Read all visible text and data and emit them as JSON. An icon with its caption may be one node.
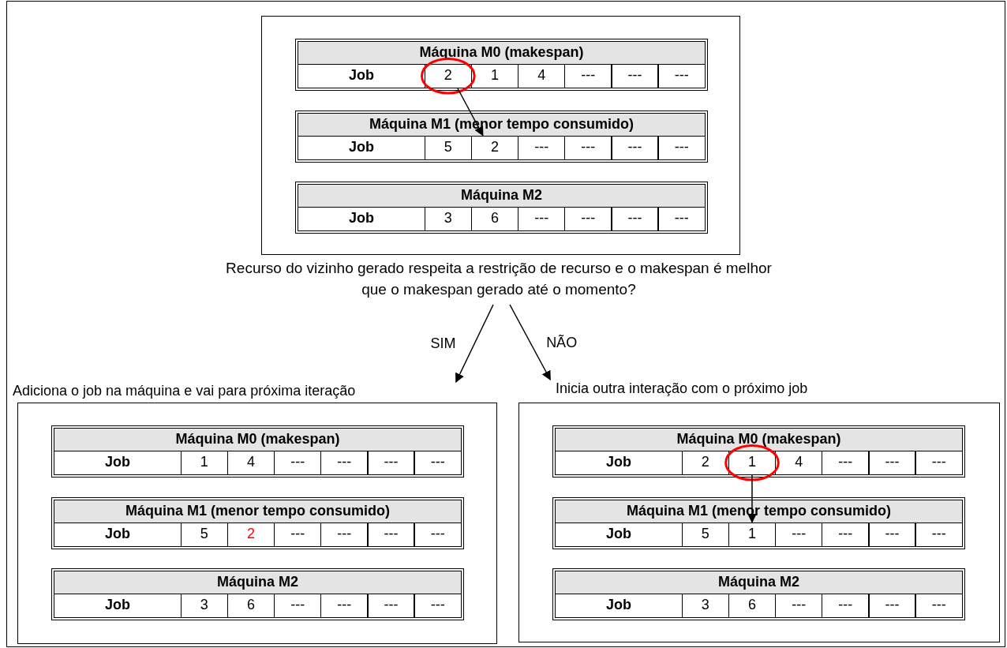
{
  "diagram": {
    "nodes": [
      {
        "text": [],
        "shape": "box"
      },
      {
        "text": [
          "Máquina M0 (makespan)"
        ],
        "in": 0
      },
      {
        "text": [
          "Job"
        ],
        "in": 1
      },
      {
        "text": [
          "2"
        ],
        "in": 1
      },
      {
        "text": [
          "1"
        ],
        "in": 1
      },
      {
        "text": [
          "4"
        ],
        "in": 1
      },
      {
        "text": [
          "---"
        ],
        "in": 1
      },
      {
        "text": [
          "---"
        ],
        "in": 1
      },
      {
        "text": [
          "---"
        ],
        "in": 1
      },
      {
        "text": [
          "Máquina M1 (menor tempo consumido)"
        ],
        "in": 0
      },
      {
        "text": [
          "Job"
        ],
        "in": 9
      },
      {
        "text": [
          "5"
        ],
        "in": 9
      },
      {
        "text": [
          "2"
        ],
        "in": 9
      },
      {
        "text": [
          "---"
        ],
        "in": 9
      },
      {
        "text": [
          "---"
        ],
        "in": 9
      },
      {
        "text": [
          "---"
        ],
        "in": 9
      },
      {
        "text": [
          "---"
        ],
        "in": 9
      },
      {
        "text": [
          "Máquina M2"
        ],
        "in": 0
      },
      {
        "text": [
          "Job"
        ],
        "in": 17
      },
      {
        "text": [
          "3"
        ],
        "in": 17
      },
      {
        "text": [
          "6"
        ],
        "in": 17
      },
      {
        "text": [
          "---"
        ],
        "in": 17
      },
      {
        "text": [
          "---"
        ],
        "in": 17
      },
      {
        "text": [
          "---"
        ],
        "in": 17
      },
      {
        "text": [
          "---"
        ],
        "in": 17
      },
      {
        "text": [
          "Recurso do vizinho gerado respeita a restrição de recurso e o makespan é melhor que o makespan gerado até o momento?"
        ]
      },
      {
        "text": [
          "Adiciona o job na máquina e vai para próxima iteração"
        ]
      },
      {
        "text": [
          "Máquina M0 (makespan)"
        ],
        "in": 26
      },
      {
        "text": [
          "Job"
        ],
        "in": 27
      },
      {
        "text": [
          "1"
        ],
        "in": 27
      },
      {
        "text": [
          "4"
        ],
        "in": 27
      },
      {
        "text": [
          "---"
        ],
        "in": 27
      },
      {
        "text": [
          "---"
        ],
        "in": 27
      },
      {
        "text": [
          "---"
        ],
        "in": 27
      },
      {
        "text": [
          "---"
        ],
        "in": 27
      },
      {
        "text": [
          "Máquina M1 (menor tempo consumido)"
        ],
        "in": 26
      },
      {
        "text": [
          "Job"
        ],
        "in": 35
      },
      {
        "text": [
          "5"
        ],
        "in": 35
      },
      {
        "text": [
          "2"
        ],
        "in": 35
      },
      {
        "text": [
          "---"
        ],
        "in": 35
      },
      {
        "text": [
          "---"
        ],
        "in": 35
      },
      {
        "text": [
          "---"
        ],
        "in": 35
      },
      {
        "text": [
          "---"
        ],
        "in": 35
      },
      {
        "text": [
          "Máquina M2"
        ],
        "in": 26
      },
      {
        "text": [
          "Job"
        ],
        "in": 43
      },
      {
        "text": [
          "3"
        ],
        "in": 43
      },
      {
        "text": [
          "6"
        ],
        "in": 43
      },
      {
        "text": [
          "---"
        ],
        "in": 43
      },
      {
        "text": [
          "---"
        ],
        "in": 43
      },
      {
        "text": [
          "---"
        ],
        "in": 43
      },
      {
        "text": [
          "---"
        ],
        "in": 43
      },
      {
        "text": [
          "Inicia outra interação com o próximo job"
        ]
      },
      {
        "text": [
          "Máquina M0 (makespan)"
        ],
        "in": 51
      },
      {
        "text": [
          "Job"
        ],
        "in": 52
      },
      {
        "text": [
          "2"
        ],
        "in": 52
      },
      {
        "text": [
          "1"
        ],
        "in": 52
      },
      {
        "text": [
          "4"
        ],
        "in": 52
      },
      {
        "text": [
          "---"
        ],
        "in": 52
      },
      {
        "text": [
          "---"
        ],
        "in": 52
      },
      {
        "text": [
          "---"
        ],
        "in": 52
      },
      {
        "text": [
          "Máquina M1 (menor tempo consumido)"
        ],
        "in": 51
      },
      {
        "text": [
          "Job"
        ],
        "in": 60
      },
      {
        "text": [
          "5"
        ],
        "in": 60
      },
      {
        "text": [
          "1"
        ],
        "in": 60
      },
      {
        "text": [
          "---"
        ],
        "in": 60
      },
      {
        "text": [
          "---"
        ],
        "in": 60
      },
      {
        "text": [
          "---"
        ],
        "in": 60
      },
      {
        "text": [
          "---"
        ],
        "in": 60
      },
      {
        "text": [
          "Máquina M2"
        ],
        "in": 51
      },
      {
        "text": [
          "Job"
        ],
        "in": 68
      },
      {
        "text": [
          "3"
        ],
        "in": 68
      },
      {
        "text": [
          "6"
        ],
        "in": 68
      },
      {
        "text": [
          "---"
        ],
        "in": 68
      },
      {
        "text": [
          "---"
        ],
        "in": 68
      },
      {
        "text": [
          "---"
        ],
        "in": 68
      },
      {
        "text": [
          "---"
        ],
        "in": 68
      }
    ],
    "edges": [
      {
        "from": 3,
        "to": 12,
        "arrow": "to"
      },
      {
        "from": 25,
        "to": 26,
        "arrow": "to",
        "label": "SIM"
      },
      {
        "from": 25,
        "to": 51,
        "arrow": "to",
        "label": "NÃO"
      },
      {
        "from": 55,
        "to": 63,
        "arrow": "to"
      }
    ]
  }
}
